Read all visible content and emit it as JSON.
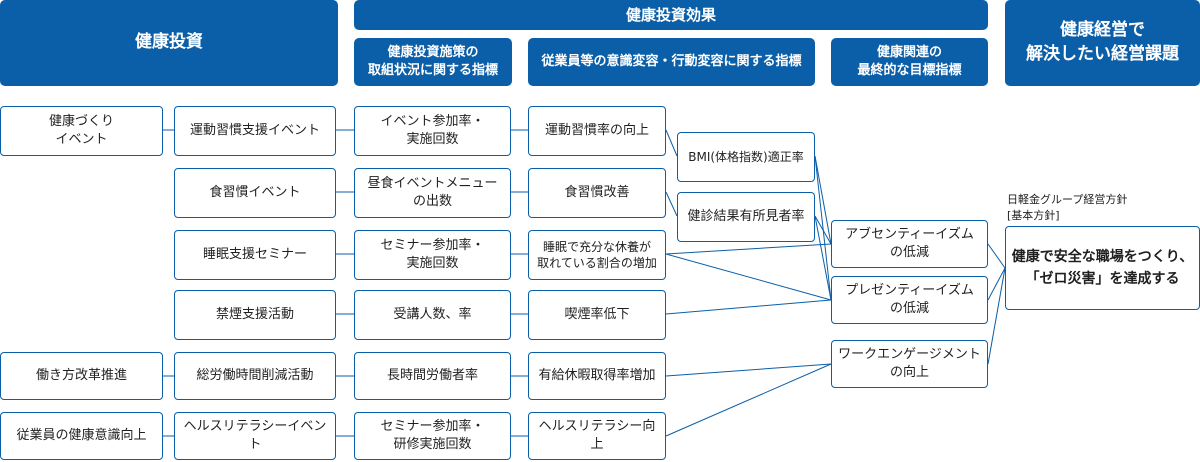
{
  "headers": {
    "kenko_toshi": "健康投資",
    "kenko_toshi_koka": "健康投資効果",
    "shisaku": "健康投資施策の\n取組状況に関する指標",
    "ishiki": "従業員等の意識変容・行動変容に関する指標",
    "saishu": "健康関連の\n最終的な目標指標",
    "kadai": "健康経営で\n解決したい経営課題"
  },
  "col1": {
    "kenko_event": "健康づくり\nイベント",
    "hatarakikata": "働き方改革推進",
    "ishiki_kojo": "従業員の健康意識向上"
  },
  "col2": {
    "r1": "運動習慣支援イベント",
    "r2": "食習慣イベント",
    "r3": "睡眠支援セミナー",
    "r4": "禁煙支援活動",
    "r5": "総労働時間削減活動",
    "r6": "ヘルスリテラシーイベント"
  },
  "col3": {
    "r1": "イベント参加率・\n実施回数",
    "r2": "昼食イベントメニュー\nの出数",
    "r3": "セミナー参加率・\n実施回数",
    "r4": "受講人数、率",
    "r5": "長時間労働者率",
    "r6": "セミナー参加率・\n研修実施回数"
  },
  "col4": {
    "r1": "運動習慣率の向上",
    "r2": "食習慣改善",
    "r3": "睡眠で充分な休養が\n取れている割合の増加",
    "r4": "喫煙率低下",
    "r5": "有給休暇取得率増加",
    "r6": "ヘルスリテラシー向上"
  },
  "col5": {
    "bmi": "BMI(体格指数)適正率",
    "kenshin": "健診結果有所見者率"
  },
  "col6": {
    "absenteeism": "アブセンティーイズム\nの低減",
    "presenteeism": "プレゼンティーイズム\nの低減",
    "engagement": "ワークエンゲージメント\nの向上"
  },
  "goal": {
    "note": "日軽金グループ経営方針\n[基本方針]",
    "text": "健康で安全な職場をつくり、\n「ゼロ災害」を達成する"
  },
  "colors": {
    "accent": "#0b5ea8",
    "header_text": "#ffffff"
  }
}
